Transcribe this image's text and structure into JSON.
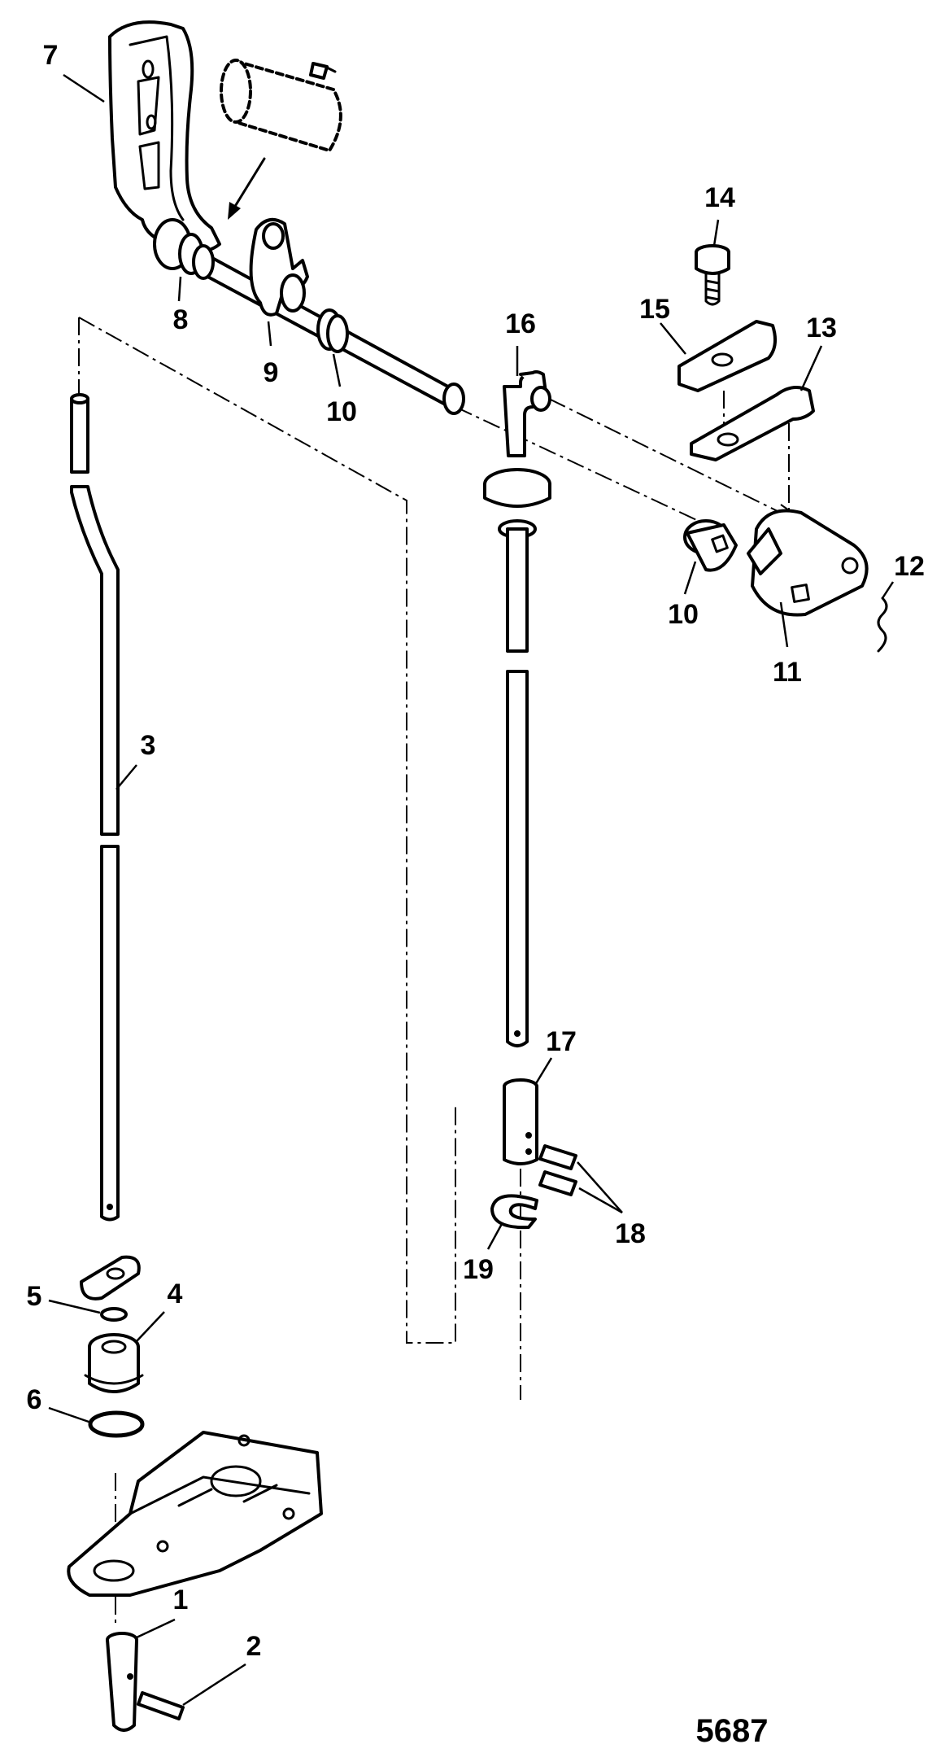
{
  "figure_number": "5687",
  "callouts": [
    {
      "id": "1",
      "text": "1"
    },
    {
      "id": "2",
      "text": "2"
    },
    {
      "id": "3",
      "text": "3"
    },
    {
      "id": "4",
      "text": "4"
    },
    {
      "id": "5",
      "text": "5"
    },
    {
      "id": "6",
      "text": "6"
    },
    {
      "id": "7",
      "text": "7"
    },
    {
      "id": "8",
      "text": "8"
    },
    {
      "id": "9",
      "text": "9"
    },
    {
      "id": "10a",
      "text": "10"
    },
    {
      "id": "10b",
      "text": "10"
    },
    {
      "id": "11",
      "text": "11"
    },
    {
      "id": "12",
      "text": "12"
    },
    {
      "id": "13",
      "text": "13"
    },
    {
      "id": "14",
      "text": "14"
    },
    {
      "id": "15",
      "text": "15"
    },
    {
      "id": "16",
      "text": "16"
    },
    {
      "id": "17",
      "text": "17"
    },
    {
      "id": "18",
      "text": "18"
    },
    {
      "id": "19",
      "text": "19"
    }
  ]
}
